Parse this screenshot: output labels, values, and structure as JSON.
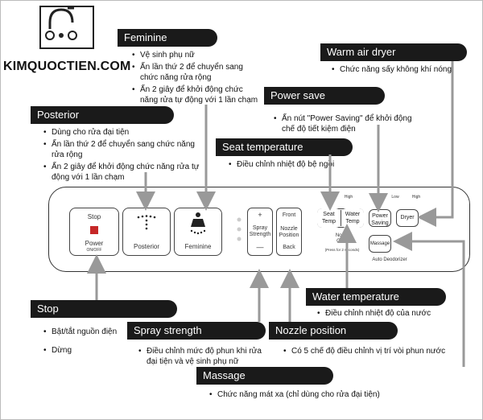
{
  "brand": "KIMQUOCTIEN.COM",
  "sections": {
    "feminine": {
      "title": "Feminine",
      "lines": [
        "Vệ sinh phụ nữ",
        "Ấn lần thứ 2 để chuyển sang chức năng rửa rộng",
        "Ấn 2 giây để khởi động chức năng rửa tự động với 1 lần chạm"
      ]
    },
    "posterior": {
      "title": "Posterior",
      "lines": [
        "Dùng cho rửa đại tiện",
        "Ấn lần thứ 2 để chuyển sang chức năng rửa rộng",
        "Ấn 2 giây để khởi động chức năng rửa tự động với 1 lần chạm"
      ]
    },
    "warm_air": {
      "title": "Warm air dryer",
      "lines": [
        "Chức năng sấy không khí nóng"
      ]
    },
    "power_save": {
      "title": "Power save",
      "lines": [
        "Ấn nút \"Power Saving\" để khởi động chế độ tiết kiệm điện"
      ]
    },
    "seat_temp": {
      "title": "Seat temperature",
      "lines": [
        "Điều chỉnh nhiệt độ bệ ngồi"
      ]
    },
    "water_temp": {
      "title": "Water temperature",
      "lines": [
        "Điều chỉnh nhiệt độ của nước"
      ]
    },
    "stop": {
      "title": "Stop",
      "lines": [
        "Bật/tắt nguồn điện",
        "Dừng"
      ]
    },
    "spray": {
      "title": "Spray strength",
      "lines": [
        "Điều chỉnh mức độ phun khi rửa đại tiện và vệ sinh phụ nữ"
      ]
    },
    "nozzle": {
      "title": "Nozzle position",
      "lines": [
        "Có 5 chế độ điều chỉnh vị trí vòi phun nước"
      ]
    },
    "massage": {
      "title": "Massage",
      "lines": [
        "Chức năng mát xa (chỉ dùng cho rửa đại tiện)"
      ]
    }
  },
  "panel": {
    "stop_top": "Stop",
    "power": "Power",
    "onoff": "ON/OFF",
    "posterior": "Posterior",
    "feminine": "Feminine",
    "plus": "+",
    "minus": "—",
    "spray1": "Spray",
    "spray2": "Strength",
    "front": "Front",
    "nozzle1": "Nozzle",
    "nozzle2": "Position",
    "back": "Back",
    "low1": "Low",
    "high1": "High",
    "low2": "Low",
    "high2": "High",
    "seat1": "Seat",
    "seat2": "Temp",
    "water1": "Water",
    "water2": "Temp",
    "nozzle_clean1": "Nozzle",
    "nozzle_clean2": "Clean",
    "press": "(Press for 2 seconds)",
    "power_saving1": "Power",
    "power_saving2": "Saving",
    "dryer": "Dryer",
    "massage": "Massage",
    "auto_deodorizer": "Auto Deodorizer"
  }
}
